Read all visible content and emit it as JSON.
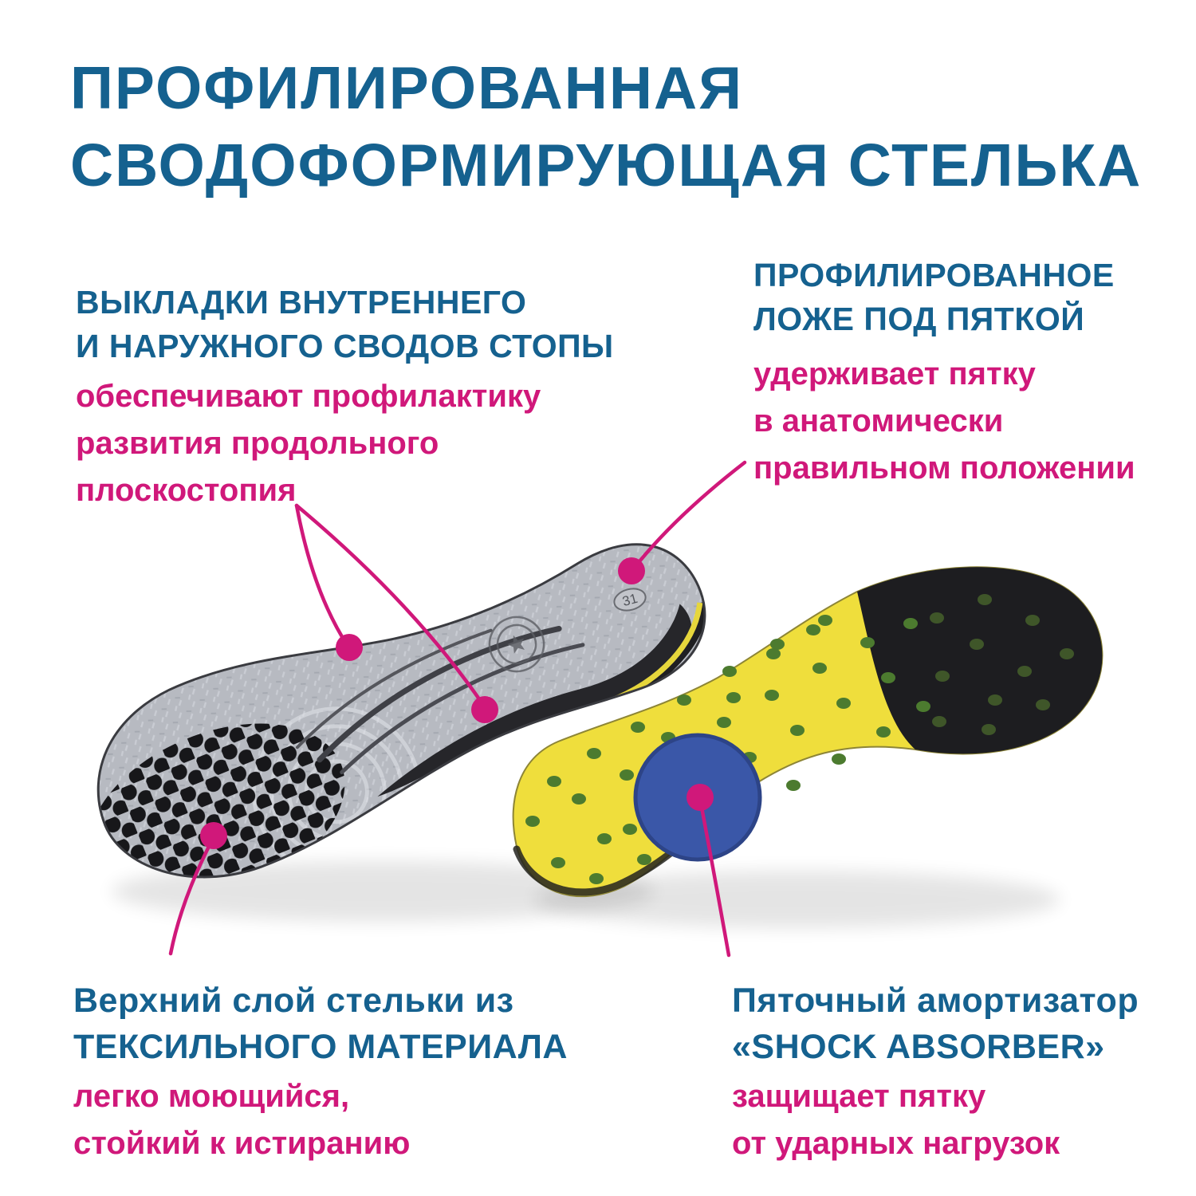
{
  "title": {
    "lines": [
      "ПРОФИЛИРОВАННАЯ",
      "СВОДОФОРМИРУЮЩАЯ СТЕЛЬКА"
    ]
  },
  "callouts": {
    "arch_pads": {
      "heading_lines": [
        "ВЫКЛАДКИ ВНУТРЕННЕГО",
        "И НАРУЖНОГО СВОДОВ СТОПЫ"
      ],
      "body_lines": [
        "обеспечивают профилактику",
        "развития продольного",
        "плоскостопия"
      ]
    },
    "heel_bed": {
      "heading_lines": [
        "ПРОФИЛИРОВАННОЕ",
        "ЛОЖЕ ПОД ПЯТКОЙ"
      ],
      "body_lines": [
        "удерживает пятку",
        "в анатомически",
        "правильном положении"
      ]
    },
    "textile_top": {
      "heading_lines": [
        "Верхний слой стельки из",
        "ТЕКСИЛЬНОГО МАТЕРИАЛА"
      ],
      "body_lines": [
        "легко моющийся,",
        "стойкий к истиранию"
      ]
    },
    "shock_absorber": {
      "heading_lines": [
        "Пяточный амортизатор",
        "«SHOCK ABSORBER»"
      ],
      "body_lines": [
        "защищает пятку",
        "от ударных нагрузок"
      ]
    }
  },
  "insole": {
    "size_label": "31"
  },
  "colors": {
    "heading_blue": "#15618F",
    "accent_magenta": "#D0187A",
    "insole_grey": "#B7BAC1",
    "insole_yellow": "#EFDE3C",
    "dot_green": "#4C7B2F",
    "pad_blue": "#3A57A8",
    "toe_black": "#1D1D20"
  }
}
